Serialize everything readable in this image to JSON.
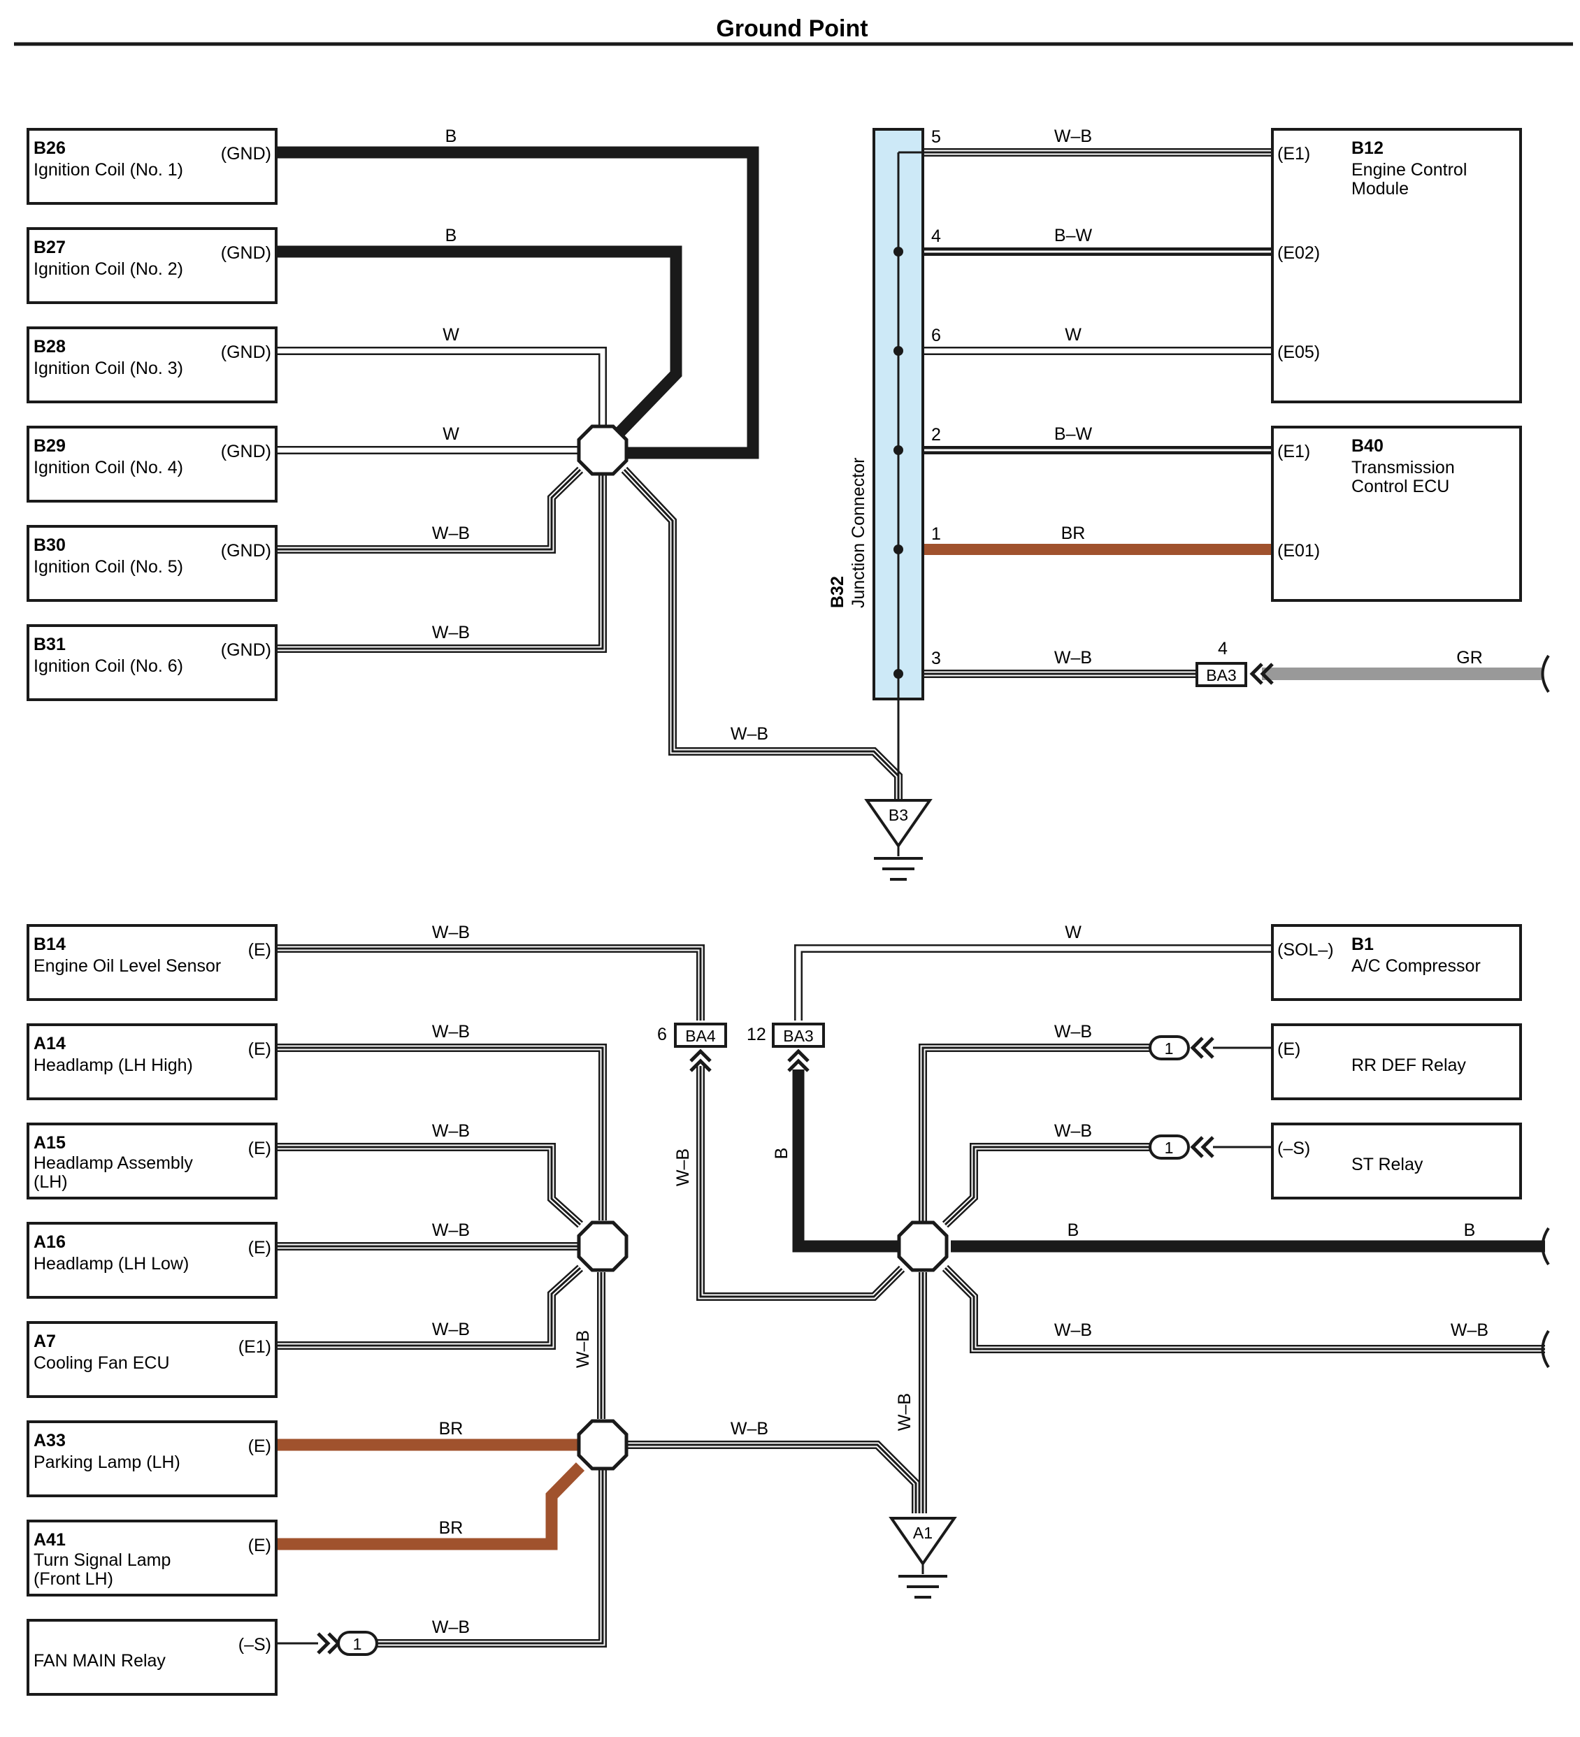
{
  "title": "Ground Point",
  "colors": {
    "black_wire": "#1a1a1a",
    "brown_wire": "#a0522d",
    "gray_wire": "#999999",
    "junction_fill": "#cde9f7"
  },
  "components": {
    "b26": {
      "code": "B26",
      "name": "Ignition Coil (No. 1)",
      "pin": "(GND)"
    },
    "b27": {
      "code": "B27",
      "name": "Ignition Coil (No. 2)",
      "pin": "(GND)"
    },
    "b28": {
      "code": "B28",
      "name": "Ignition Coil (No. 3)",
      "pin": "(GND)"
    },
    "b29": {
      "code": "B29",
      "name": "Ignition Coil (No. 4)",
      "pin": "(GND)"
    },
    "b30": {
      "code": "B30",
      "name": "Ignition Coil (No. 5)",
      "pin": "(GND)"
    },
    "b31": {
      "code": "B31",
      "name": "Ignition Coil (No. 6)",
      "pin": "(GND)"
    },
    "b14": {
      "code": "B14",
      "name": "Engine Oil Level Sensor",
      "pin": "(E)"
    },
    "a14": {
      "code": "A14",
      "name": "Headlamp (LH High)",
      "pin": "(E)"
    },
    "a15": {
      "code": "A15",
      "name1": "Headlamp Assembly",
      "name2": "(LH)",
      "pin": "(E)"
    },
    "a16": {
      "code": "A16",
      "name": "Headlamp (LH Low)",
      "pin": "(E)"
    },
    "a7": {
      "code": "A7",
      "name": "Cooling Fan ECU",
      "pin": "(E1)"
    },
    "a33": {
      "code": "A33",
      "name": "Parking Lamp (LH)",
      "pin": "(E)"
    },
    "a41": {
      "code": "A41",
      "name1": "Turn Signal Lamp",
      "name2": "(Front LH)",
      "pin": "(E)"
    },
    "fan_main": {
      "name": "FAN MAIN Relay",
      "pin": "(–S)"
    },
    "b12": {
      "code": "B12",
      "name1": "Engine Control",
      "name2": "Module",
      "pin1": "(E1)",
      "pin2": "(E02)",
      "pin3": "(E05)"
    },
    "b40": {
      "code": "B40",
      "name1": "Transmission",
      "name2": "Control ECU",
      "pin1": "(E1)",
      "pin2": "(E01)"
    },
    "b1": {
      "code": "B1",
      "name": "A/C Compressor",
      "pin": "(SOL–)"
    },
    "rr_def": {
      "name": "RR DEF Relay",
      "pin": "(E)"
    },
    "st_relay": {
      "name": "ST Relay",
      "pin": "(–S)"
    },
    "b32": {
      "code": "B32",
      "name": "Junction Connector"
    }
  },
  "wire_labels": {
    "b26": "B",
    "b27": "B",
    "b28": "W",
    "b29": "W",
    "b30": "W–B",
    "b31": "W–B",
    "to_b3": "W–B",
    "j5": "W–B",
    "j4": "B–W",
    "j6": "W",
    "j2": "B–W",
    "j1": "BR",
    "j3": "W–B",
    "gr": "GR",
    "b14": "W–B",
    "a14": "W–B",
    "a15": "W–B",
    "a16": "W–B",
    "a7": "W–B",
    "a33": "BR",
    "a41": "BR",
    "fan": "W–B",
    "b1": "W",
    "rr_def": "W–B",
    "st": "W–B",
    "ba4_down": "W–B",
    "ba3_down": "B",
    "vert_left": "W–B",
    "between": "W–B",
    "vert_right": "W–B",
    "b_right1": "B",
    "b_right2": "B",
    "wb_right1": "W–B",
    "wb_right2": "W–B"
  },
  "pin_numbers": {
    "j5": "5",
    "j4": "4",
    "j6": "6",
    "j2": "2",
    "j1": "1",
    "j3": "3"
  },
  "connectors": {
    "ba3_top": {
      "label": "BA3",
      "pin": "4"
    },
    "ba4": {
      "label": "BA4",
      "pin": "6"
    },
    "ba3_bottom": {
      "label": "BA3",
      "pin": "12"
    },
    "rr_def_conn": "1",
    "st_conn": "1",
    "fan_conn": "1"
  },
  "grounds": {
    "b3": "B3",
    "a1": "A1"
  }
}
